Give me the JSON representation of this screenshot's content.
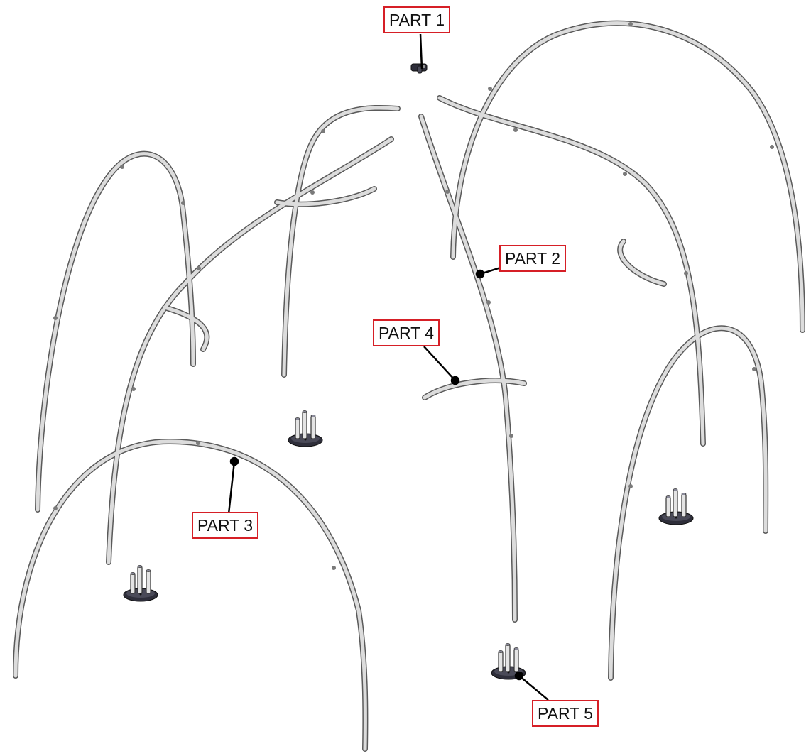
{
  "figure": {
    "labels": {
      "part_1": "PART 1",
      "part_2": "PART 2",
      "part_3": "PART 3",
      "part_4": "PART 4",
      "part_5": "PART 5"
    },
    "colors": {
      "label_border": "#d61f26",
      "label_text": "#111111",
      "tube_fill": "#dcdcdc",
      "tube_outline": "#5a5a5a",
      "base_plate": "#2e2e3a",
      "leader_line": "#000000"
    },
    "parts_shown": {
      "part_1_connector": 1,
      "part_2_arch_tube": 4,
      "part_3_large_arch": 2,
      "part_4_short_curve": 4,
      "part_5_base_with_pegs": 4
    }
  }
}
